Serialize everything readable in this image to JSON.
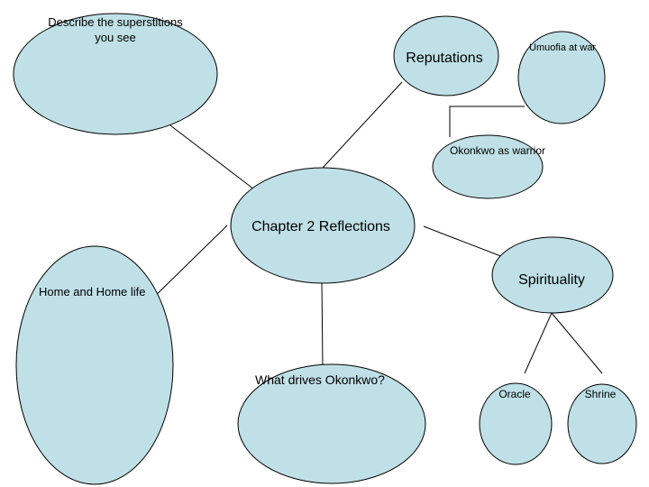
{
  "nodes": {
    "superstitions": {
      "line1": "Describe the superstitions",
      "line2": "you see"
    },
    "reputations": {
      "label": "Reputations"
    },
    "umuofia_at_war": {
      "label": "Umuofia at war"
    },
    "okonkwo_as_warrior": {
      "label": "Okonkwo as warrior"
    },
    "chapter_2_reflections": {
      "label": "Chapter 2 Reflections"
    },
    "spirituality": {
      "label": "Spirituality"
    },
    "home_and_home_life": {
      "label": "Home and Home life"
    },
    "what_drives_okonkwo": {
      "label": "What drives Okonkwo?"
    },
    "oracle": {
      "label": "Oracle"
    },
    "shrine": {
      "label": "Shrine"
    }
  },
  "colors": {
    "node_fill": "#bfe0e6",
    "line": "#000000"
  }
}
